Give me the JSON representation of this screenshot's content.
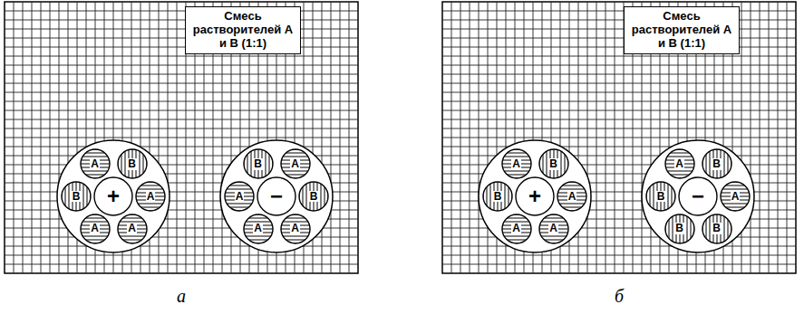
{
  "diagram": {
    "nodes": [
      {
        "text": [
          "Смесь растворителей А и В (1:1)"
        ]
      },
      {
        "text": [
          "+"
        ]
      },
      {
        "text": [
          "А"
        ]
      },
      {
        "text": [
          "В"
        ]
      },
      {
        "text": [
          "В"
        ]
      },
      {
        "text": [
          "А"
        ]
      },
      {
        "text": [
          "А"
        ]
      },
      {
        "text": [
          "А"
        ]
      },
      {
        "text": [
          "−"
        ]
      },
      {
        "text": [
          "В"
        ]
      },
      {
        "text": [
          "А"
        ]
      },
      {
        "text": [
          "А"
        ]
      },
      {
        "text": [
          "В"
        ]
      },
      {
        "text": [
          "А"
        ]
      },
      {
        "text": [
          "А"
        ]
      },
      {
        "text": [
          "Смесь растворителей А и В (1:1)"
        ]
      },
      {
        "text": [
          "+"
        ]
      },
      {
        "text": [
          "А"
        ]
      },
      {
        "text": [
          "В"
        ]
      },
      {
        "text": [
          "В"
        ]
      },
      {
        "text": [
          "А"
        ]
      },
      {
        "text": [
          "А"
        ]
      },
      {
        "text": [
          "А"
        ]
      },
      {
        "text": [
          "−"
        ]
      },
      {
        "text": [
          "А"
        ]
      },
      {
        "text": [
          "В"
        ]
      },
      {
        "text": [
          "В"
        ]
      },
      {
        "text": [
          "А"
        ]
      },
      {
        "text": [
          "В"
        ]
      },
      {
        "text": [
          "В"
        ]
      }
    ],
    "labels": [
      "а",
      "б"
    ]
  }
}
